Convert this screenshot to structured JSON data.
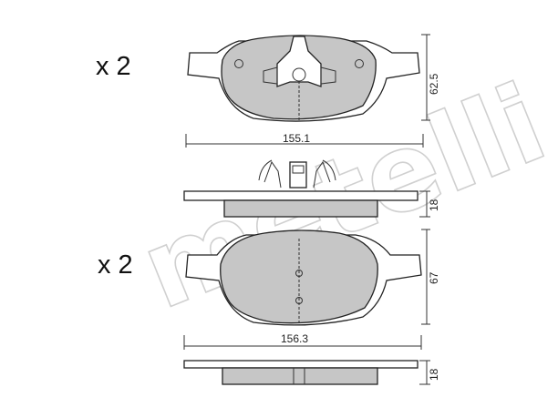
{
  "watermark": {
    "text": "metelli"
  },
  "pad_top": {
    "quantity_label": "x 2",
    "width_label": "155.1",
    "height_label": "62.5",
    "thickness_label": "18"
  },
  "pad_bottom": {
    "quantity_label": "x 2",
    "width_label": "156.3",
    "height_label": "67",
    "thickness_label": "18"
  },
  "colors": {
    "pad_fill": "#c6c6c6",
    "line": "#222222",
    "watermark": "#cfcfcf"
  }
}
